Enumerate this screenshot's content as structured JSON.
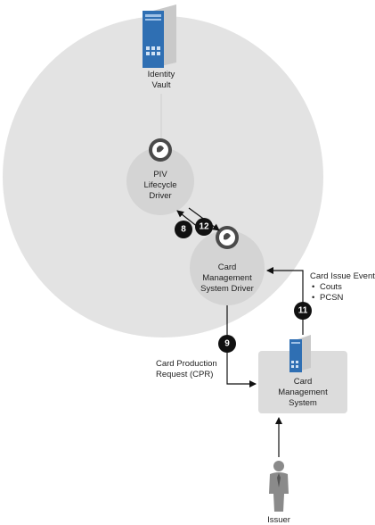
{
  "nodes": {
    "identity_vault": {
      "lines": [
        "Identity",
        "Vault"
      ]
    },
    "piv_driver": {
      "lines": [
        "PIV",
        "Lifecycle",
        "Driver"
      ]
    },
    "cms_driver": {
      "lines": [
        "Card",
        "Management",
        "System Driver"
      ]
    },
    "cms": {
      "lines": [
        "Card",
        "Management",
        "System"
      ]
    },
    "issuer": {
      "lines": [
        "Issuer"
      ]
    }
  },
  "steps": {
    "s8": "8",
    "s12": "12",
    "s9": "9",
    "s11": "11"
  },
  "annotations": {
    "card_issue_event": {
      "title": "Card Issue Event",
      "bullets": [
        "Couts",
        "PCSN"
      ]
    },
    "cpr": {
      "lines": [
        "Card Production",
        "Request (CPR)"
      ]
    }
  },
  "colors": {
    "vault_circle": "#e3e3e3",
    "driver_circle": "#d4d4d4",
    "cms_box": "#dcdcdc",
    "badge": "#111111",
    "driver_icon": "#4a4a4a",
    "server_blue": "#2f6fb3",
    "person": "#8a8a8a"
  }
}
